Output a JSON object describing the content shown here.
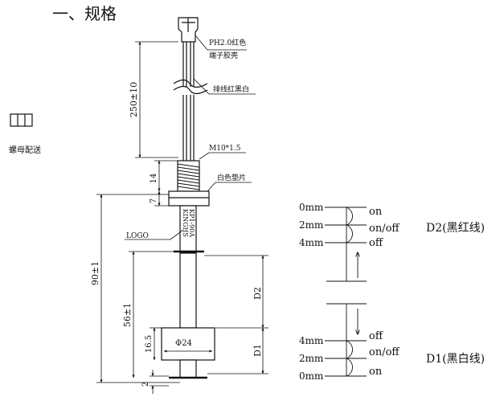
{
  "heading": "一、规格",
  "side_part_label": "螺母配送",
  "callouts": {
    "connector_line1": "PH2.0红色",
    "connector_line2": "端子胶壳",
    "wires": "排线红黑白",
    "thread": "M10*1.5",
    "washer": "白色垫片",
    "logo": "LOGO"
  },
  "stem_text": {
    "brand": "KINGHS",
    "model": "KP1-90A"
  },
  "dimensions": {
    "lead_length": "250±10",
    "thread_length": "14",
    "washer_height": "7",
    "overall_length": "90±1",
    "travel": "56±1",
    "float_height": "16.5",
    "float_diameter": "Φ24",
    "bottom_offset": "2",
    "d2_label": "D2",
    "d1_label": "D1"
  },
  "switch_diagram": {
    "upper": {
      "positions": [
        "0mm",
        "2mm",
        "4mm"
      ],
      "states": [
        "on",
        "on/off",
        "off"
      ],
      "label": "D2(黑红线)"
    },
    "lower": {
      "positions": [
        "4mm",
        "2mm",
        "0mm"
      ],
      "states": [
        "off",
        "on/off",
        "on"
      ],
      "label": "D1(黑白线)"
    }
  }
}
